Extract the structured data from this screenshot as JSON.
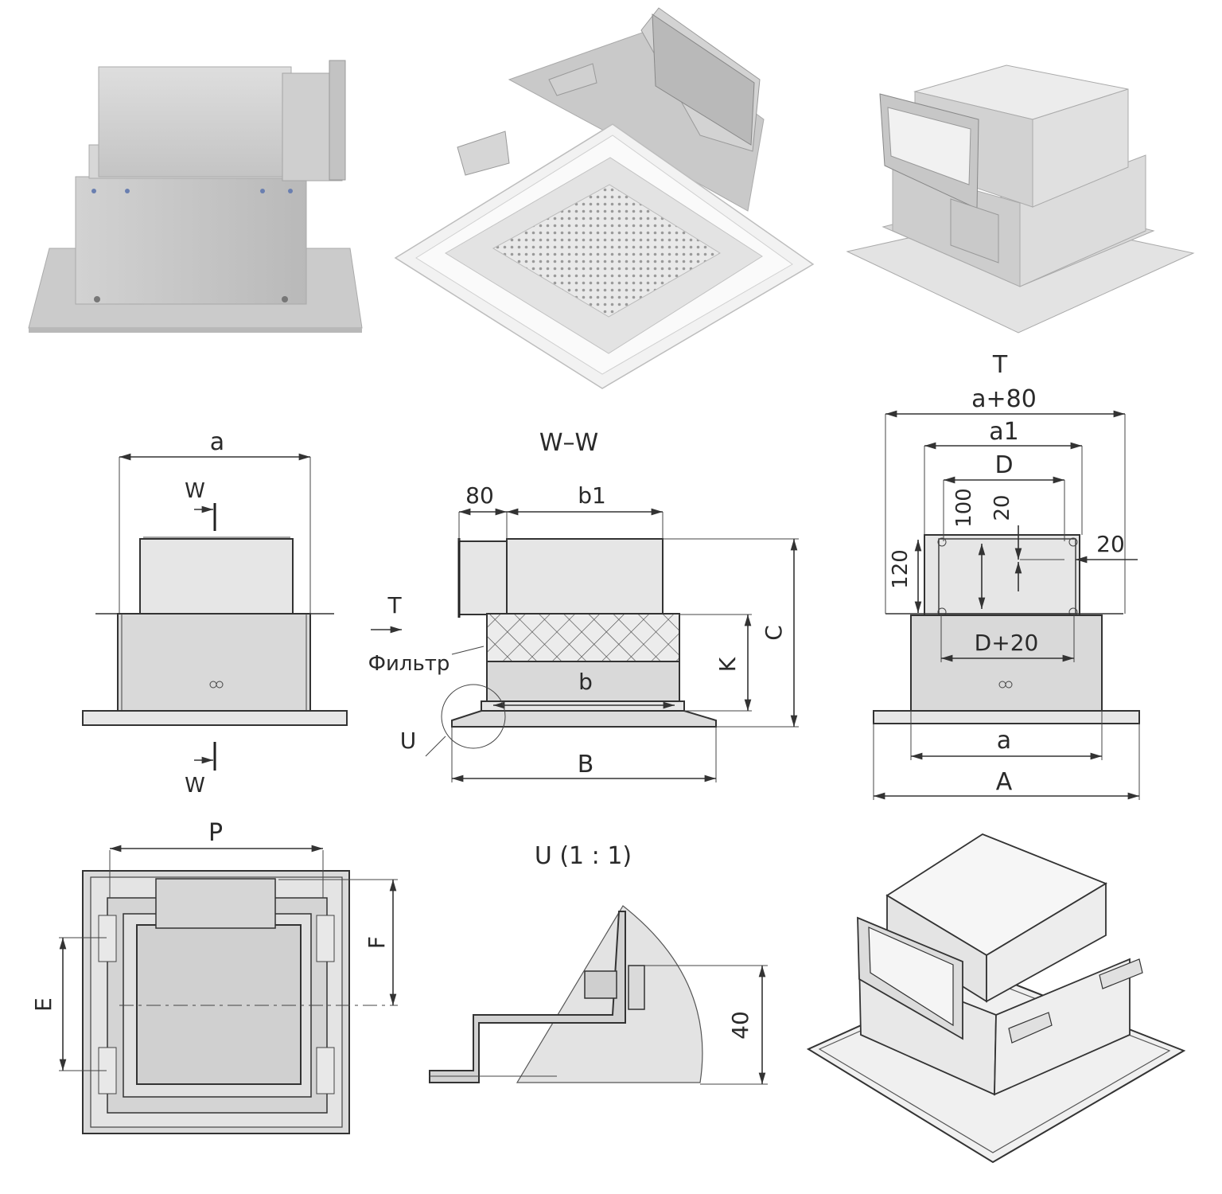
{
  "colors": {
    "metal_light": "#e4e4e4",
    "metal_mid": "#cfcfcf",
    "metal_dark": "#b3b3b3",
    "line": "#333333",
    "grille_white": "#f4f4f4"
  },
  "view_side": {
    "a": "a",
    "W_top": "W",
    "W_bottom": "W"
  },
  "view_section": {
    "title": "W–W",
    "dim_80": "80",
    "b1": "b1",
    "T": "T",
    "filter": "Фильтр",
    "b": "b",
    "K": "K",
    "C": "C",
    "U": "U",
    "B": "B"
  },
  "view_front": {
    "T": "T",
    "a80": "a+80",
    "a1": "a1",
    "D": "D",
    "d100": "100",
    "d20v": "20",
    "d20h": "20",
    "d120": "120",
    "D20": "D+20",
    "a": "a",
    "A": "A"
  },
  "view_plan": {
    "P": "P",
    "F": "F",
    "E": "E"
  },
  "view_detail": {
    "title": "U (1 : 1)",
    "d40": "40"
  }
}
